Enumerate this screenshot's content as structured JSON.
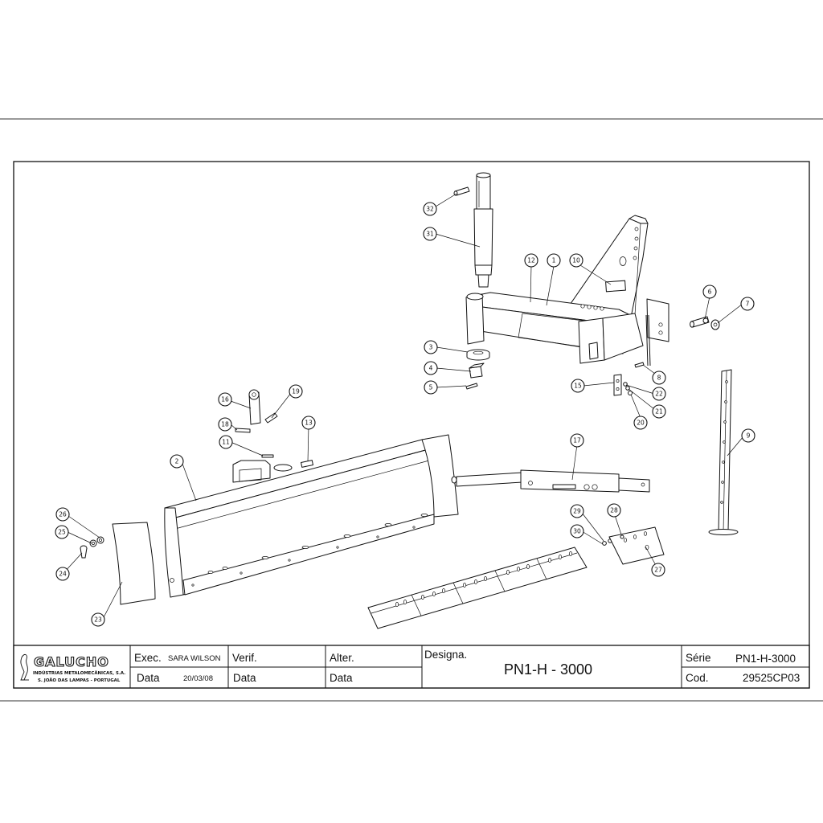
{
  "callouts": [
    {
      "n": "32"
    },
    {
      "n": "31"
    },
    {
      "n": "12"
    },
    {
      "n": "1"
    },
    {
      "n": "10"
    },
    {
      "n": "6"
    },
    {
      "n": "7"
    },
    {
      "n": "3"
    },
    {
      "n": "4"
    },
    {
      "n": "5"
    },
    {
      "n": "15"
    },
    {
      "n": "8"
    },
    {
      "n": "22"
    },
    {
      "n": "21"
    },
    {
      "n": "20"
    },
    {
      "n": "9"
    },
    {
      "n": "16"
    },
    {
      "n": "19"
    },
    {
      "n": "18"
    },
    {
      "n": "13"
    },
    {
      "n": "11"
    },
    {
      "n": "2"
    },
    {
      "n": "17"
    },
    {
      "n": "26"
    },
    {
      "n": "25"
    },
    {
      "n": "24"
    },
    {
      "n": "23"
    },
    {
      "n": "29"
    },
    {
      "n": "28"
    },
    {
      "n": "30"
    },
    {
      "n": "27"
    }
  ],
  "title_block": {
    "company": "GALUCHO",
    "company_line1": "INDÚSTRIAS METALOMECÂNICAS, S.A.",
    "company_line2": "S. JOÃO DAS LAMPAS - PORTUGAL",
    "exec_label": "Exec.",
    "exec_value": "SARA WILSON",
    "data_label": "Data",
    "exec_date": "20/03/08",
    "verif_label": "Verif.",
    "verif_data_label": "Data",
    "alter_label": "Alter.",
    "alter_data_label": "Data",
    "designa_label": "Designa.",
    "designa_value": "PN1-H - 3000",
    "serie_label": "Série",
    "serie_value": "PN1-H-3000",
    "cod_label": "Cod.",
    "cod_value": "29525CP03"
  }
}
